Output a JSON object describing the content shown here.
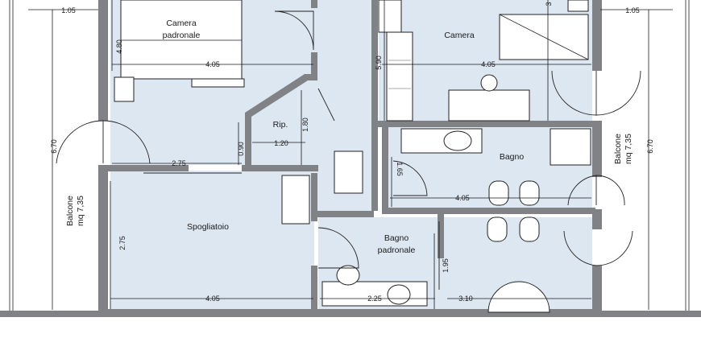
{
  "rooms": {
    "master_bedroom": "Camera\npadronale",
    "bedroom": "Camera",
    "storage": "Rip.",
    "bathroom": "Bagno",
    "walk_in_closet": "Spogliatoio",
    "master_bathroom": "Bagno\npadronale",
    "balcony_left": "Balcone\nmq 7,35",
    "balcony_right": "Balcone\nmq 7,35"
  },
  "dimensions": {
    "balcony_left_width": "1.05",
    "balcony_right_width": "1.05",
    "master_bedroom_depth": "4.80",
    "master_bedroom_width": "4.05",
    "bedroom_width": "4.05",
    "bedroom_height": "5.90",
    "bedroom_top": "3",
    "storage_width": "1.20",
    "storage_depth": "1.80",
    "passage_depth": "0.90",
    "corridor_width": "2.75",
    "balcony_left_length": "6.70",
    "balcony_right_length": "6.70",
    "bathroom_width": "4.05",
    "bathroom_depth": "1.65",
    "closet_depth": "2.75",
    "closet_width": "4.05",
    "master_bath_depth": "1.95",
    "master_bath_width_left": "2.25",
    "master_bath_width_right": "3.10"
  },
  "colors": {
    "room_fill": "#dde7f2",
    "wall": "#808285",
    "line": "#1a1a1a"
  }
}
